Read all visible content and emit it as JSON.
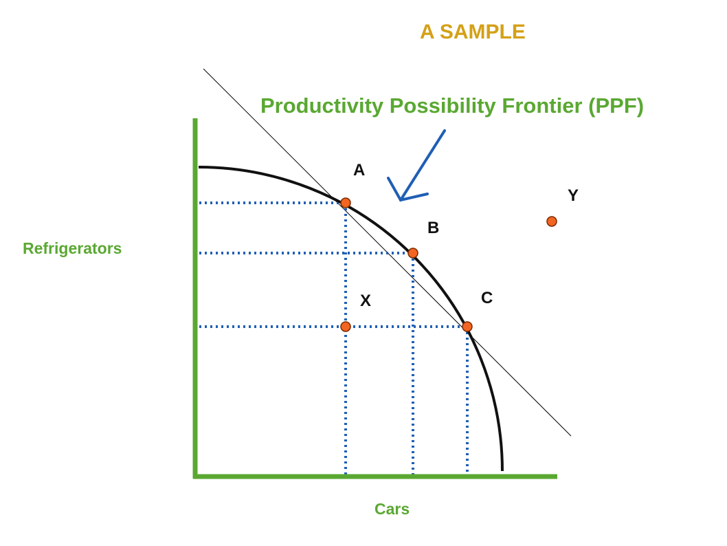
{
  "header": {
    "sample_label": "A SAMPLE"
  },
  "diagram": {
    "title": "Productivity Possibility Frontier (PPF)",
    "y_axis_label": "Refrigerators",
    "x_axis_label": "Cars",
    "points": [
      {
        "id": "A",
        "label": "A",
        "on_frontier": true
      },
      {
        "id": "B",
        "label": "B",
        "on_frontier": true
      },
      {
        "id": "C",
        "label": "C",
        "on_frontier": true
      },
      {
        "id": "X",
        "label": "X",
        "on_frontier": false
      },
      {
        "id": "Y",
        "label": "Y",
        "on_frontier": false
      }
    ]
  },
  "colors": {
    "axis": "#5aa832",
    "title": "#5aa832",
    "sample": "#d4a017",
    "guides": "#1f5fb5",
    "arrow": "#1f5fb5",
    "points": "#f26522",
    "curve": "#111111"
  }
}
